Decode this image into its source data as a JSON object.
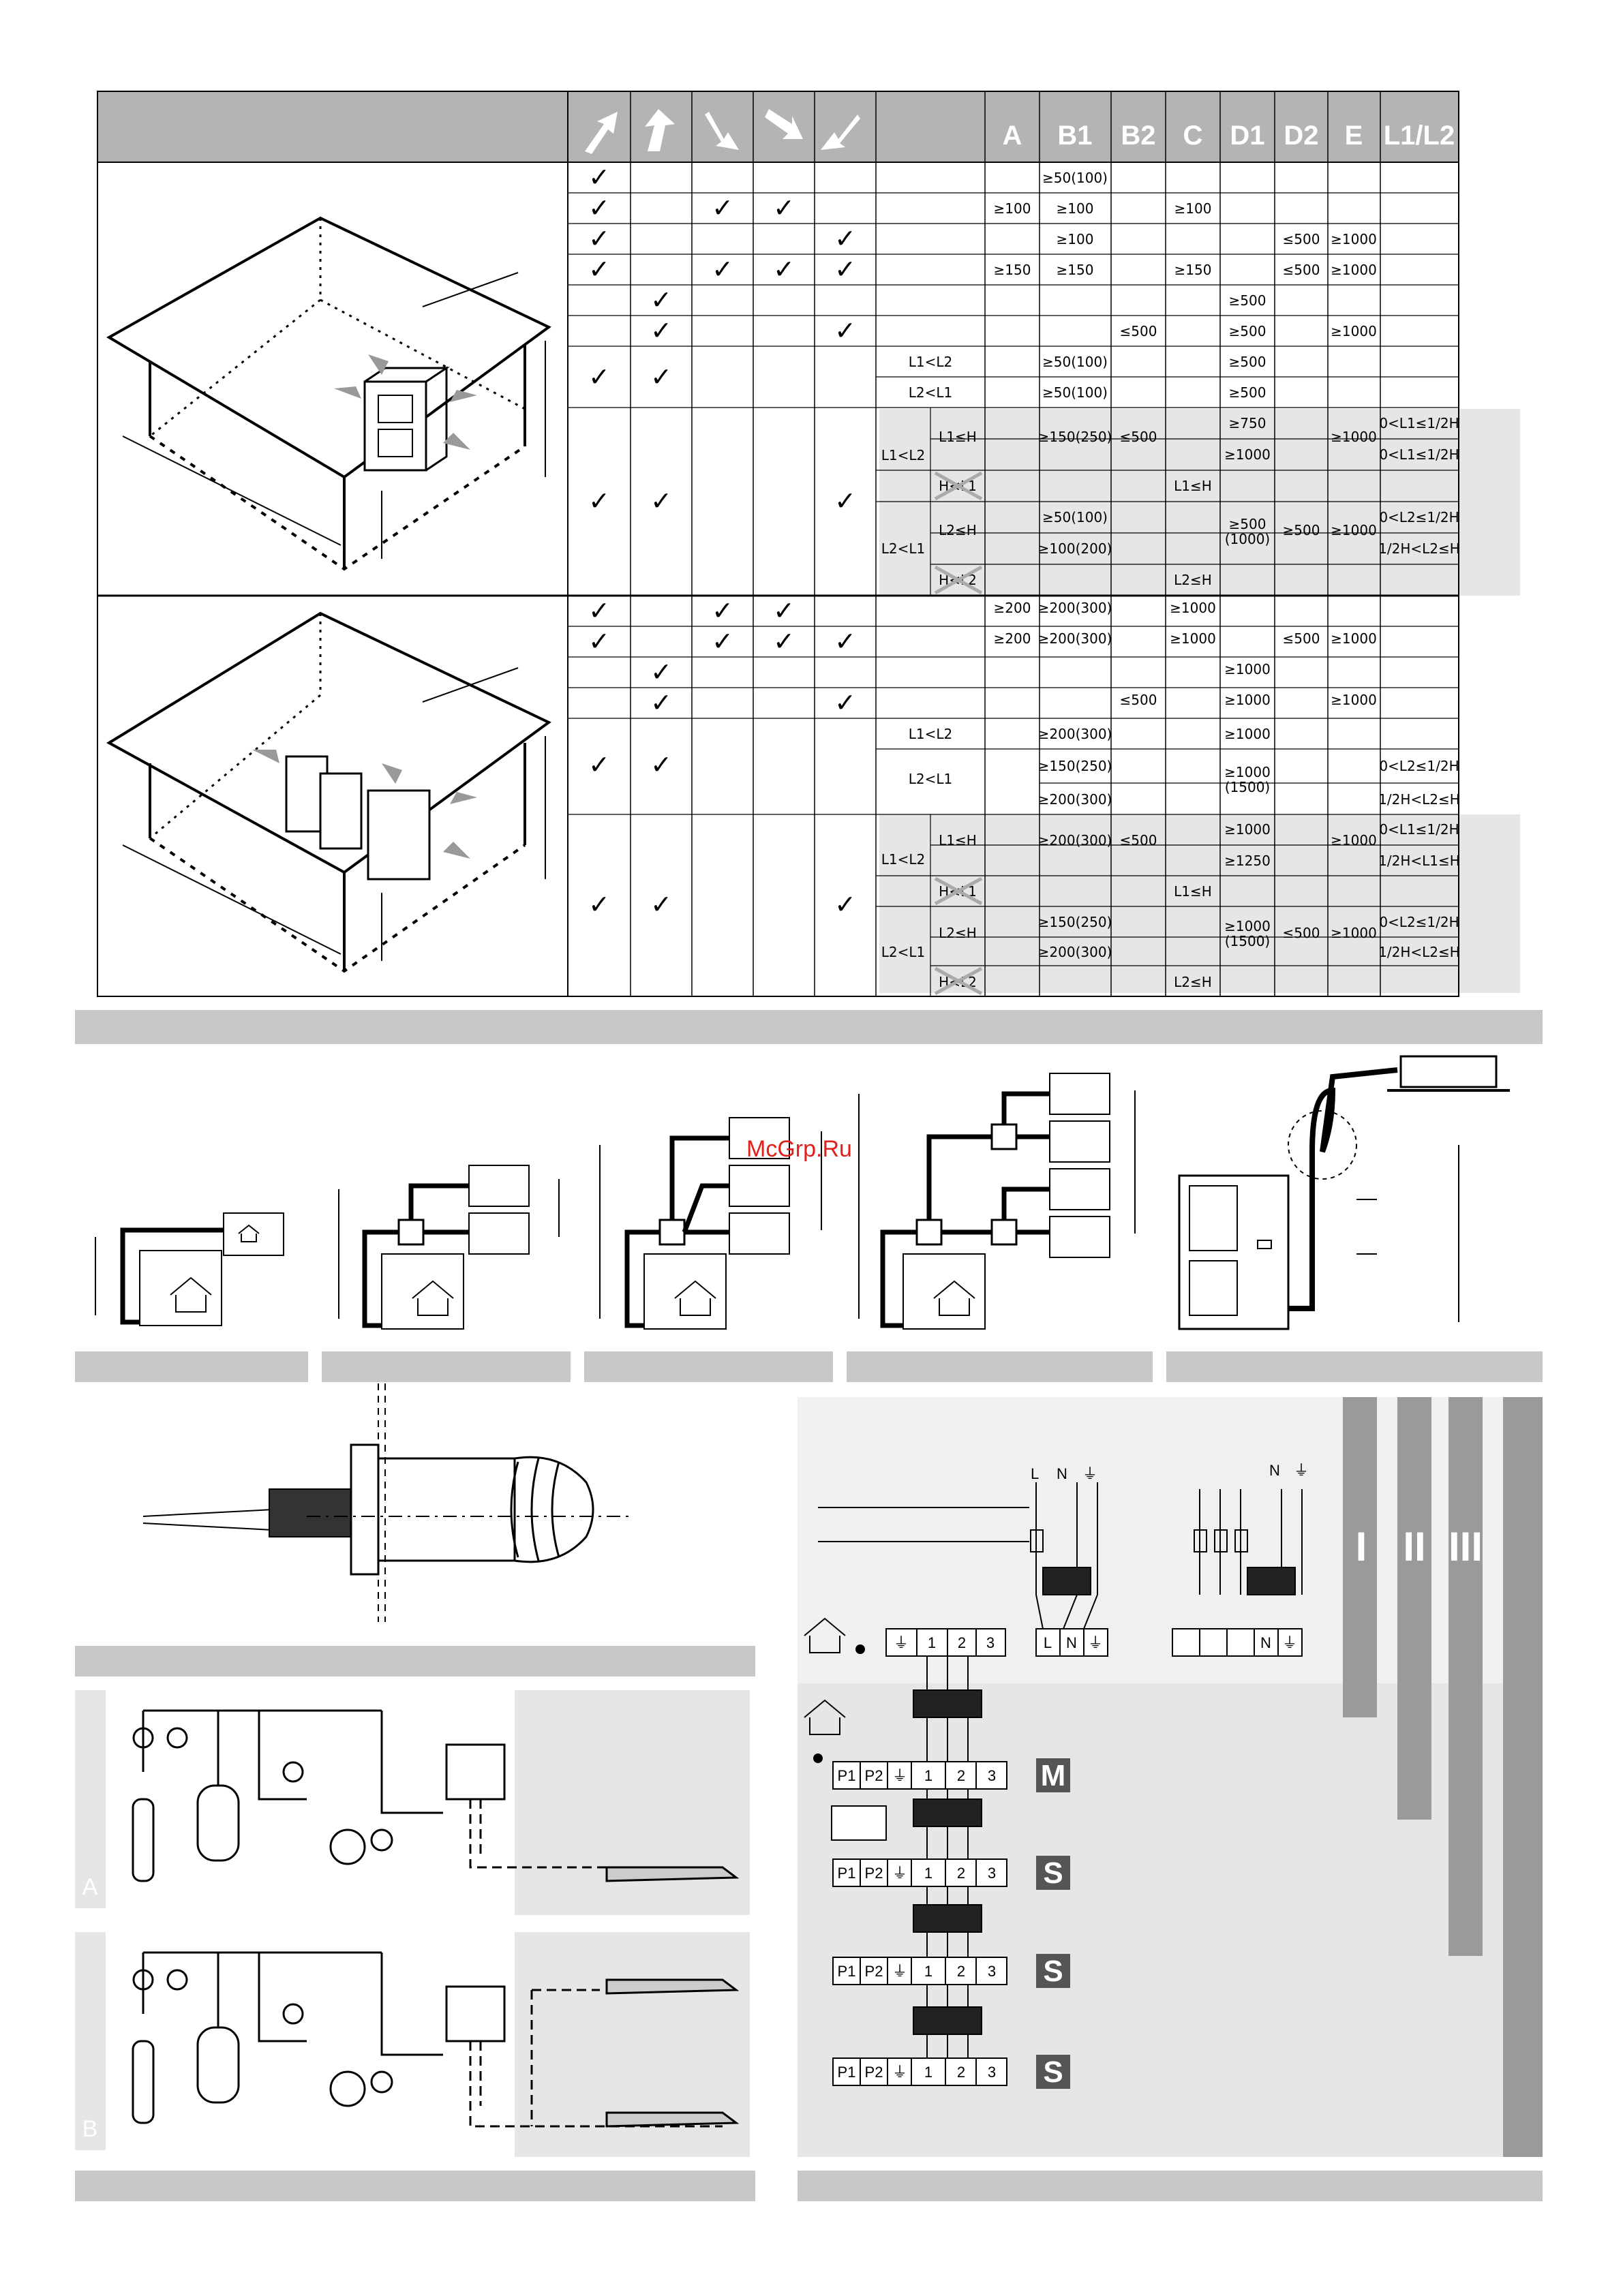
{
  "table": {
    "headers": [
      "A",
      "B1",
      "B2",
      "C",
      "D1",
      "D2",
      "E",
      "L1/L2"
    ],
    "rows_section1": [
      {
        "checks": [
          1,
          0,
          0,
          0,
          0
        ],
        "cond": "",
        "vals": [
          "",
          "≥50(100)",
          "",
          "",
          "",
          "",
          "",
          ""
        ]
      },
      {
        "checks": [
          1,
          0,
          1,
          1,
          0
        ],
        "cond": "",
        "vals": [
          "≥100",
          "≥100",
          "",
          "≥100",
          "",
          "",
          "",
          ""
        ]
      },
      {
        "checks": [
          1,
          0,
          0,
          0,
          1
        ],
        "cond": "",
        "vals": [
          "",
          "≥100",
          "",
          "",
          "",
          "≤500",
          "≥1000",
          ""
        ]
      },
      {
        "checks": [
          1,
          0,
          1,
          1,
          1
        ],
        "cond": "",
        "vals": [
          "≥150",
          "≥150",
          "",
          "≥150",
          "",
          "≤500",
          "≥1000",
          ""
        ]
      },
      {
        "checks": [
          0,
          1,
          0,
          0,
          0
        ],
        "cond": "",
        "vals": [
          "",
          "",
          "",
          "",
          "≥500",
          "",
          "",
          ""
        ]
      },
      {
        "checks": [
          0,
          1,
          0,
          0,
          1
        ],
        "cond": "",
        "vals": [
          "",
          "",
          "≤500",
          "",
          "≥500",
          "",
          "≥1000",
          ""
        ]
      },
      {
        "checks": [
          1,
          1,
          0,
          0,
          0
        ],
        "cond": "L1<L2",
        "vals": [
          "",
          "≥50(100)",
          "",
          "",
          "≥500",
          "",
          "",
          ""
        ]
      },
      {
        "checks": [
          1,
          1,
          0,
          0,
          0
        ],
        "cond": "L2<L1",
        "vals": [
          "",
          "≥50(100)",
          "",
          "",
          "≥500",
          "",
          "",
          ""
        ]
      }
    ],
    "grey_block1": {
      "c_l1l2": "L1<L2",
      "c_l1h": "L1≤H",
      "c_hl1": "H<L1",
      "c_l2l1": "L2<L1",
      "c_l2h": "L2≤H",
      "c_hl2": "H<L2",
      "v1": "≥150(250)",
      "v2": "≤500",
      "v3": "≥750",
      "v4": "≥1000",
      "v5": "≥1000",
      "r1": "0<L1≤1/2H",
      "r2": "0<L1≤1/2H",
      "span1": "L1≤H",
      "v6": "≥50(100)",
      "v7": "≥100(200)",
      "v8": "≥500\n(1000)",
      "v9": "≥500",
      "v10": "≥1000",
      "r3": "0<L2≤1/2H",
      "r4": "1/2H<L2≤H",
      "span2": "L2≤H"
    },
    "rows_section2": [
      {
        "checks": [
          1,
          0,
          1,
          1,
          0
        ],
        "cond": "",
        "vals": [
          "≥200",
          "≥200(300)",
          "",
          "≥1000",
          "",
          "",
          "",
          ""
        ]
      },
      {
        "checks": [
          1,
          0,
          1,
          1,
          1
        ],
        "cond": "",
        "vals": [
          "≥200",
          "≥200(300)",
          "",
          "≥1000",
          "",
          "≤500",
          "≥1000",
          ""
        ]
      },
      {
        "checks": [
          0,
          1,
          0,
          0,
          0
        ],
        "cond": "",
        "vals": [
          "",
          "",
          "",
          "",
          "≥1000",
          "",
          "",
          ""
        ]
      },
      {
        "checks": [
          0,
          1,
          0,
          0,
          1
        ],
        "cond": "",
        "vals": [
          "",
          "",
          "≤500",
          "",
          "≥1000",
          "",
          "≥1000",
          ""
        ]
      }
    ],
    "block2a": {
      "c1": "L1<L2",
      "c2": "L2<L1",
      "v1": "≥200(300)",
      "v2": "≥1000",
      "v3": "≥150(250)",
      "v4": "≥200(300)",
      "v5": "≥1000\n(1500)",
      "r1": "0<L2≤1/2H",
      "r2": "1/2H<L2≤H"
    },
    "grey_block2": {
      "c_l1l2": "L1<L2",
      "c_l1h": "L1≤H",
      "c_hl1": "H<L1",
      "c_l2l1": "L2<L1",
      "c_l2h": "L2≤H",
      "c_hl2": "H<L2",
      "v1": "≥200(300)",
      "v2": "≤500",
      "v3": "≥1000",
      "v4": "≥1250",
      "v5": "≥1000",
      "r1": "0<L1≤1/2H",
      "r2": "1/2H<L1≤H",
      "span1": "L1≤H",
      "v6": "≥150(250)",
      "v7": "≥200(300)",
      "v8": "≥1000\n(1500)",
      "v9": "≤500",
      "v10": "≥1000",
      "r3": "0<L2≤1/2H",
      "r4": "1/2H<L2≤H",
      "span2": "L2≤H"
    }
  },
  "watermark": "McGrp.Ru",
  "wiring": {
    "supply1": [
      "L",
      "N",
      "⏚"
    ],
    "supply3": [
      "N",
      "⏚"
    ],
    "term_outdoor": [
      "⏚",
      "1",
      "2",
      "3",
      "L",
      "N",
      "⏚"
    ],
    "term_outdoor3": [
      "N",
      "⏚"
    ],
    "term_indoor": [
      "P1",
      "P2",
      "⏚",
      "1",
      "2",
      "3"
    ],
    "unit_labels": [
      "M",
      "S",
      "S",
      "S"
    ],
    "phase_labels": [
      "I",
      "II",
      "III"
    ]
  },
  "piping_labels": [
    "A",
    "B"
  ],
  "colors": {
    "bar": "#c8c8c8",
    "grey_panel": "#e6e6e6",
    "dark_badge": "#555555"
  }
}
